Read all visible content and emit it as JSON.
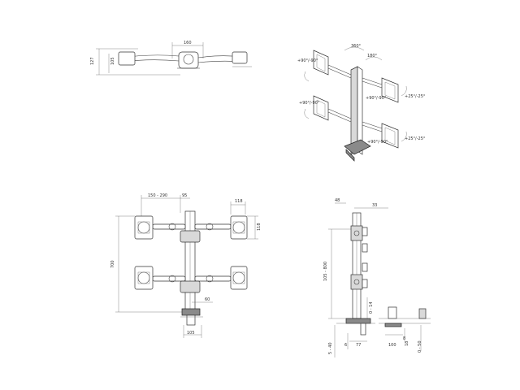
{
  "views": {
    "top": {
      "dims": {
        "width_label": "160",
        "height_left": "127",
        "height_inner": "105"
      }
    },
    "iso": {
      "rotations": {
        "rot_top_center": "360°",
        "rot_top_right": "180°",
        "tilt_left_top": "+90°/-90°",
        "tilt_left_bottom": "+90°/-90°",
        "tilt_center_top": "+90°/-90°",
        "tilt_center_bottom": "+90°/-90°",
        "tilt_right_top": "+25°/-25°",
        "tilt_right_bottom": "+25°/-25°"
      }
    },
    "front": {
      "dims": {
        "arm_reach": "150 - 290",
        "pole_offset": "95",
        "vesa_width": "118",
        "vesa_height": "118",
        "total_height": "700",
        "clamp_depth": "60",
        "base_width": "105"
      }
    },
    "side": {
      "dims": {
        "top_width": "48",
        "top_offset": "33",
        "pole_height": "105 - 800",
        "desk_thickness": "0 - 14",
        "clamp_range": "5 - 40",
        "bottom_a": "6",
        "bottom_b": "77",
        "grommet_dia": "100",
        "grommet_a": "8",
        "grommet_b": "18",
        "grommet_c": "0 - 50"
      }
    }
  },
  "colors": {
    "line": "#444444",
    "fill_gray": "#d9d9d9",
    "fill_dark": "#8a8a8a"
  }
}
